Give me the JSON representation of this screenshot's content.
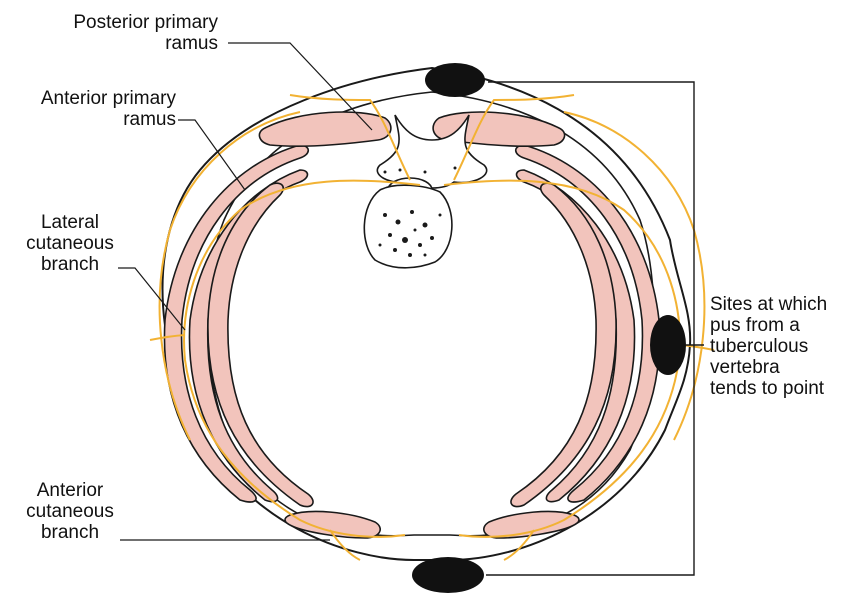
{
  "colors": {
    "muscle_fill": "#f2c4bc",
    "muscle_stroke": "#1a1a1a",
    "nerve": "#f2b233",
    "outline": "#1a1a1a",
    "pus": "#111111",
    "background": "#ffffff"
  },
  "labels": {
    "posterior_primary_ramus": [
      "Posterior primary",
      "ramus"
    ],
    "anterior_primary_ramus": [
      "Anterior primary",
      "ramus"
    ],
    "lateral_cutaneous_branch": [
      "Lateral",
      "cutaneous",
      "branch"
    ],
    "anterior_cutaneous_branch": [
      "Anterior",
      "cutaneous",
      "branch"
    ],
    "pus_sites": [
      "Sites at which",
      "pus from a",
      "tuberculous",
      "vertebra",
      "tends to point"
    ]
  }
}
